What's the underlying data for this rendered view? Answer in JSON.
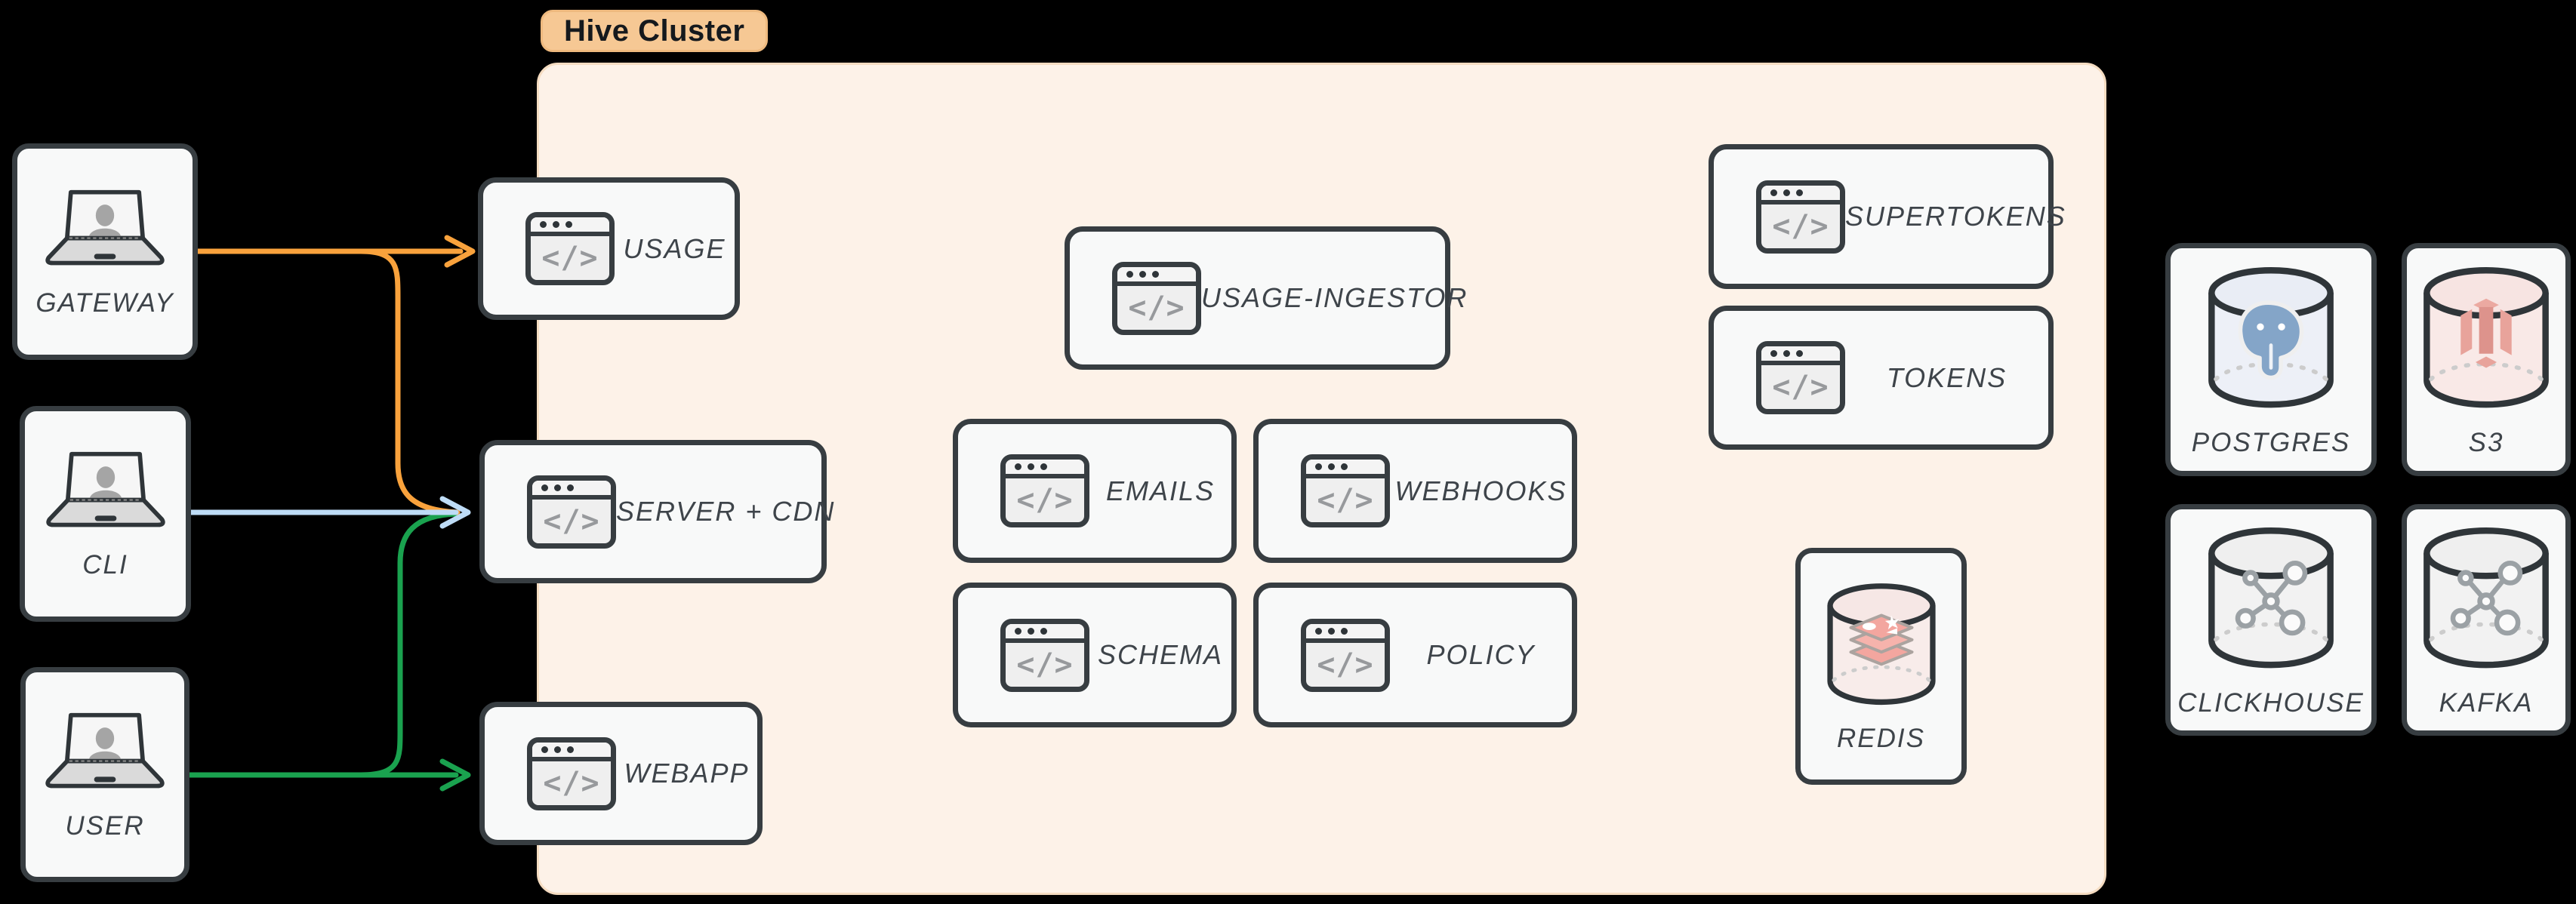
{
  "title_badge": "Hive Cluster",
  "icons": {
    "code_glyph": "</>"
  },
  "clients": [
    {
      "label": "GATEWAY"
    },
    {
      "label": "CLI"
    },
    {
      "label": "USER"
    }
  ],
  "services": {
    "usage": "USAGE",
    "server_cdn": "SERVER + CDN",
    "webapp": "WEBAPP",
    "usage_ingestor": "USAGE-INGESTOR",
    "emails": "EMAILS",
    "webhooks": "WEBHOOKS",
    "schema": "SCHEMA",
    "policy": "POLICY",
    "supertokens": "SUPERTOKENS",
    "tokens": "TOKENS",
    "redis": "REDIS"
  },
  "datastores": [
    {
      "label": "POSTGRES",
      "icon": "postgres-elephant"
    },
    {
      "label": "S3",
      "icon": "s3-bucket"
    },
    {
      "label": "CLICKHOUSE",
      "icon": "network-graph"
    },
    {
      "label": "KAFKA",
      "icon": "network-graph"
    }
  ],
  "connections": [
    {
      "from": "GATEWAY",
      "to": "USAGE",
      "color": "#f9a23c"
    },
    {
      "from": "GATEWAY",
      "to": "SERVER + CDN",
      "color": "#f9a23c"
    },
    {
      "from": "CLI",
      "to": "SERVER + CDN",
      "color": "#bedcf6"
    },
    {
      "from": "USER",
      "to": "SERVER + CDN",
      "color": "#1aa24f"
    },
    {
      "from": "USER",
      "to": "WEBAPP",
      "color": "#1aa24f"
    }
  ],
  "colors": {
    "background": "#000000",
    "cluster_bg": "#fdf2e8",
    "cluster_border": "#f5dcc1",
    "badge_bg": "#f6c894",
    "node_bg": "#f8f9f9",
    "node_border": "#373d41",
    "label_text": "#3e444a",
    "arrow_gateway": "#f9a23c",
    "arrow_cli": "#bedcf6",
    "arrow_user": "#1aa24f",
    "postgres_tint": "#edf0f7",
    "s3_tint": "#f9e9e7",
    "redis_tint": "#f8ecea",
    "clickhouse_tint": "#f2f2f2",
    "kafka_tint": "#f2f2f2"
  }
}
